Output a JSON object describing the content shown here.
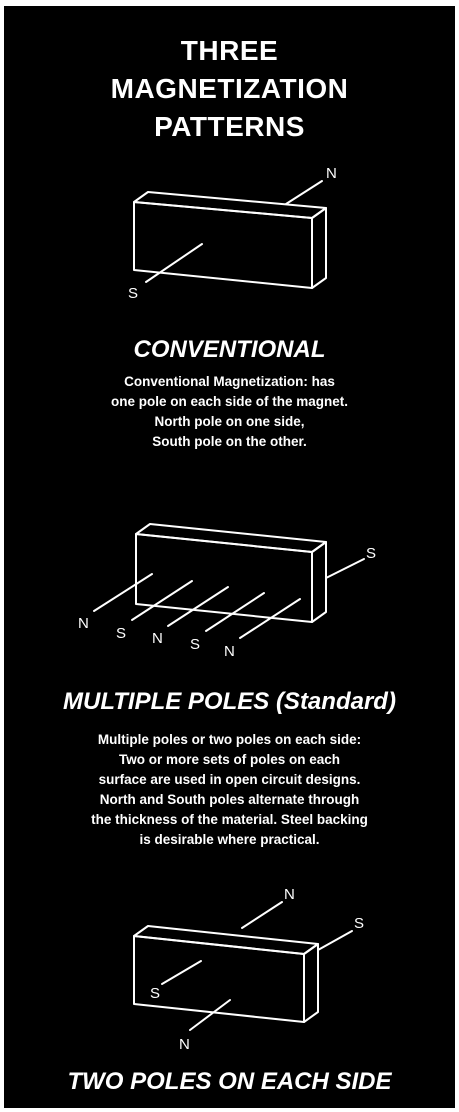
{
  "title_lines": [
    "THREE",
    "MAGNETIZATION",
    "PATTERNS"
  ],
  "sections": [
    {
      "heading": "CONVENTIONAL",
      "description_lines": [
        "Conventional Magnetization: has",
        "one pole on each side of the magnet.",
        "North pole on one side,",
        "South pole on the other."
      ],
      "pole_labels": [
        "N",
        "S"
      ]
    },
    {
      "heading": "MULTIPLE POLES (Standard)",
      "description_lines": [
        "Multiple poles or two poles on each side:",
        "Two or more sets of poles on each",
        "surface are used in open circuit designs.",
        "North and South poles alternate through",
        "the thickness of the material. Steel backing",
        "is desirable where practical."
      ],
      "pole_labels": [
        "S",
        "N",
        "S",
        "N",
        "S",
        "N"
      ]
    },
    {
      "heading": "TWO POLES ON EACH SIDE",
      "description_lines": [],
      "pole_labels": [
        "N",
        "S",
        "S",
        "N"
      ]
    }
  ]
}
